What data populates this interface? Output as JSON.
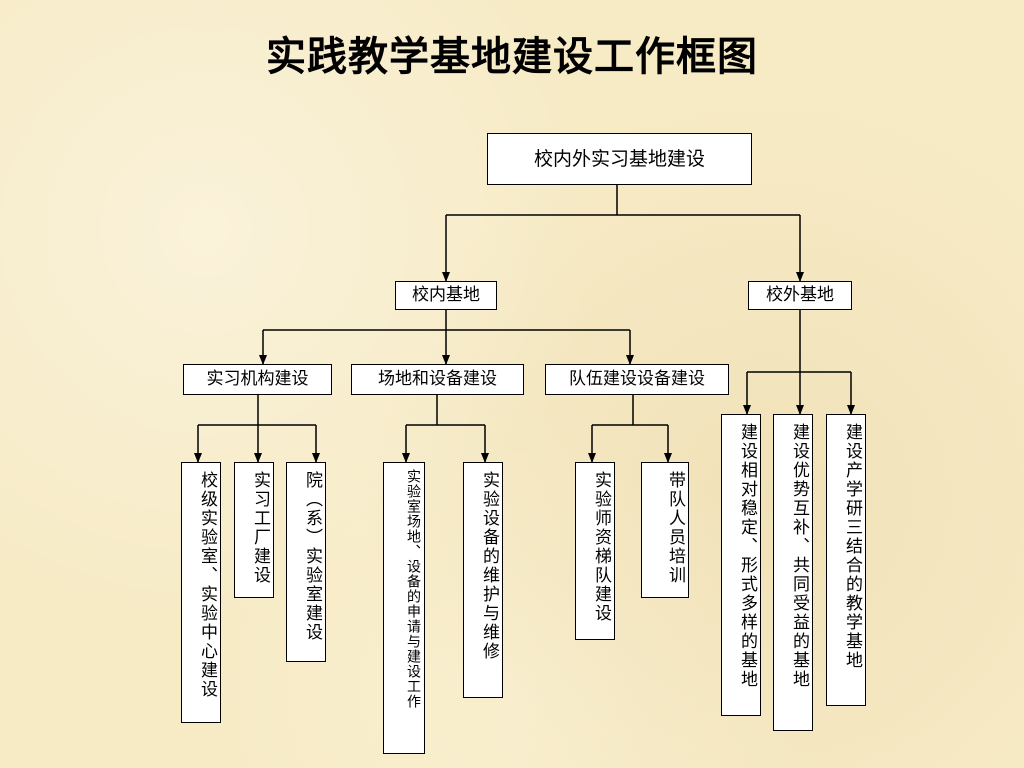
{
  "title": "实践教学基地建设工作框图",
  "nodes": {
    "root": "校内外实习基地建设",
    "inside": "校内基地",
    "outside": "校外基地",
    "org": "实习机构建设",
    "site": "场地和设备建设",
    "team": "队伍建设设备建设",
    "school_lab": "校级实验室、实验中心建设",
    "factory": "实习工厂建设",
    "dept_lab": "院（系）实验室建设",
    "lab_site": "实验室场地、设备的申请与建设工作",
    "maintenance": "实验设备的维护与维修",
    "teachers": "实验师资梯队建设",
    "trainers": "带队人员培训",
    "stable": "建设相对稳定、形式多样的基地",
    "mutual": "建设优势互补、共同受益的基地",
    "industry": "建设产学研三结合的教学基地"
  }
}
